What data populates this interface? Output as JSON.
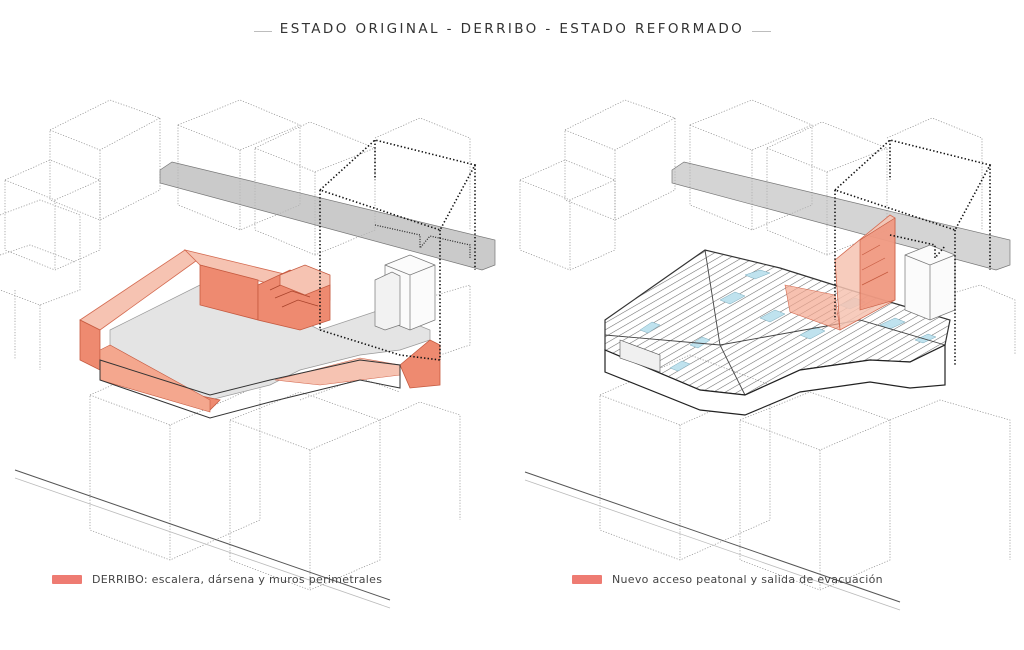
{
  "title": "ESTADO ORIGINAL - DERRIBO - ESTADO REFORMADO",
  "colors": {
    "demolition": "#ee8a70",
    "demolition_light": "#f6c3b2",
    "new_access": "#ee8a70",
    "slab": "#e6e6e6",
    "beam": "#9a9a9a",
    "context_line": "#8c8c8c",
    "legend_swatch": "#ee7b72"
  },
  "panels": [
    {
      "name": "estado-original-derribo"
    },
    {
      "name": "estado-reformado"
    }
  ],
  "legend": [
    {
      "label": "DERRIBO: escalera, dársena y muros perimetrales"
    },
    {
      "label": "Nuevo acceso peatonal y salida de evacuación"
    }
  ]
}
